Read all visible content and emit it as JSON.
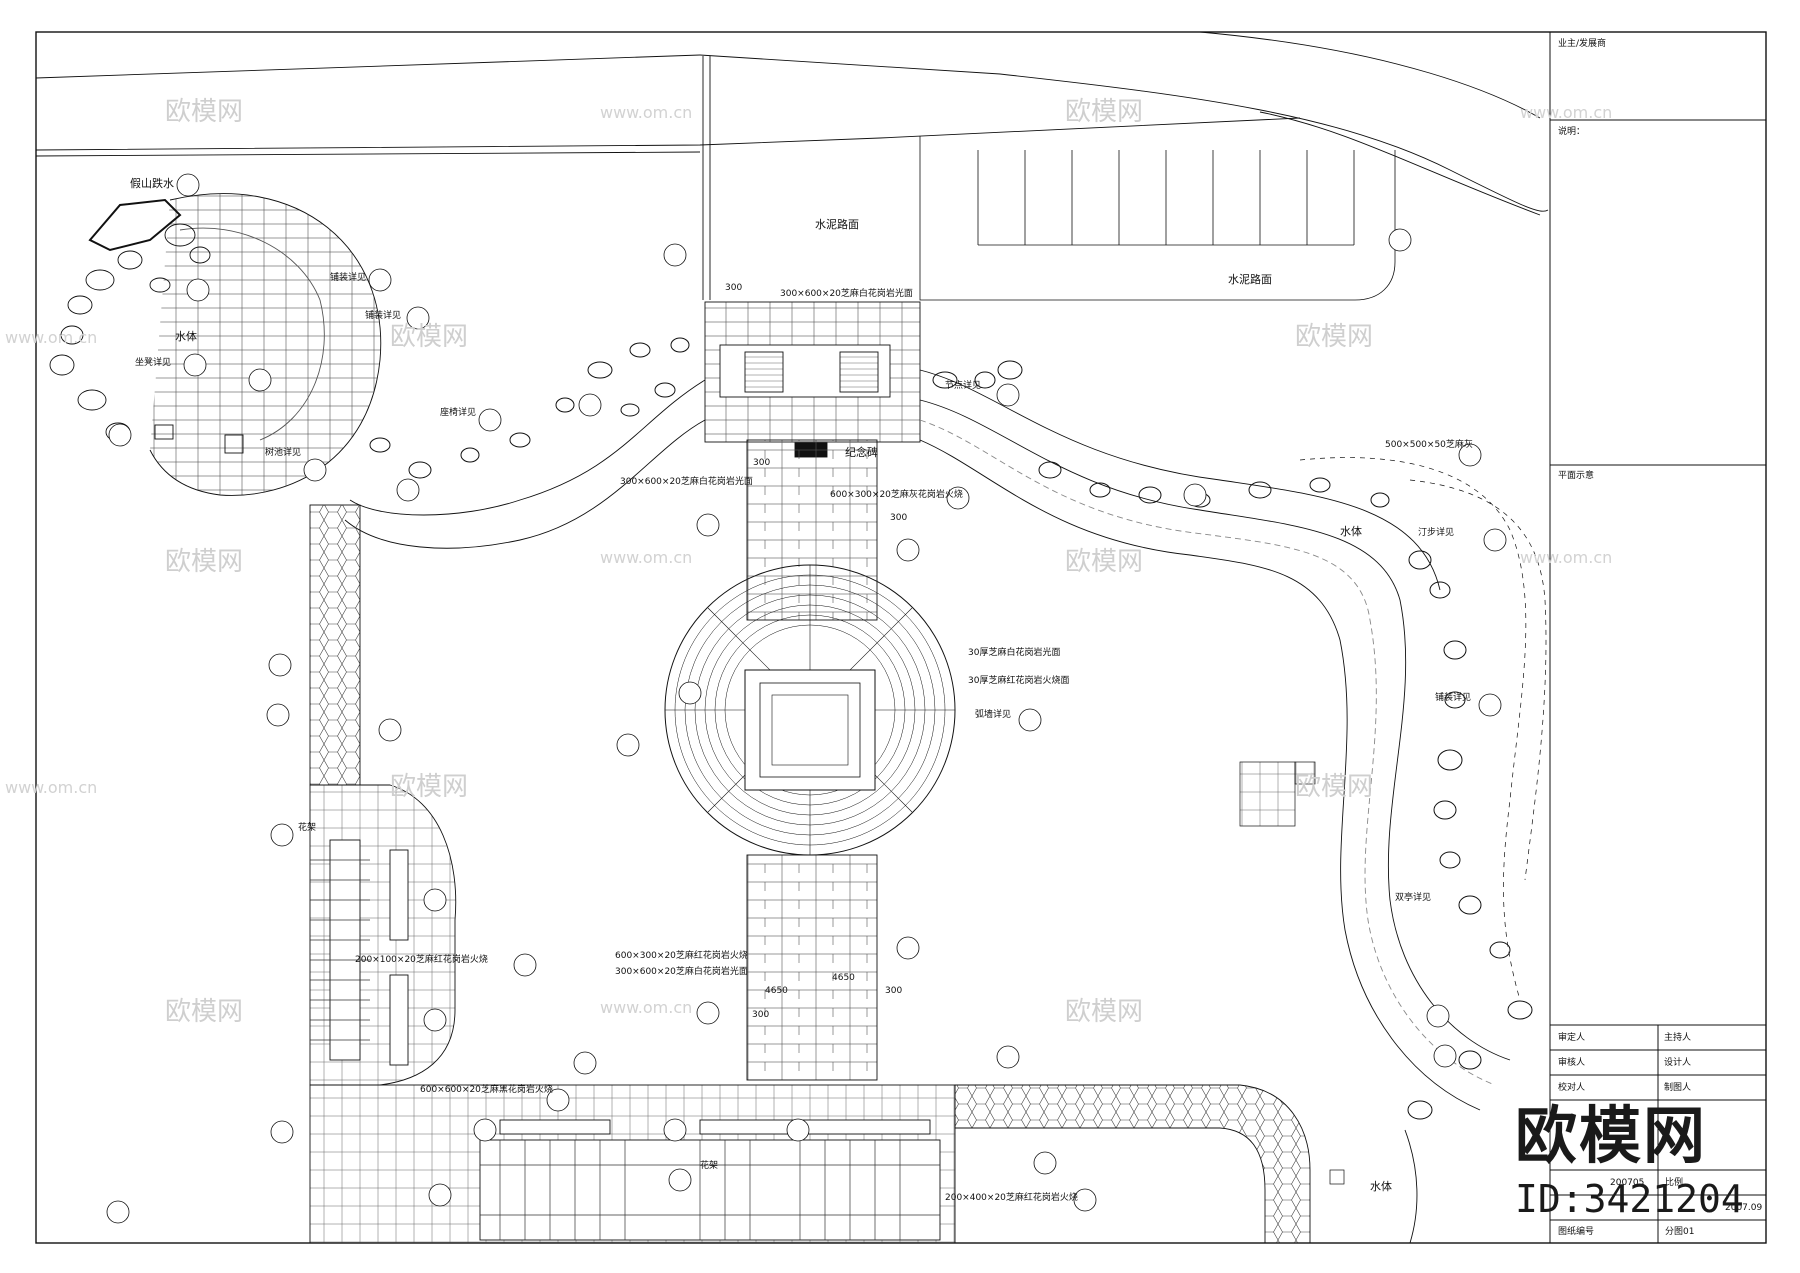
{
  "title_block": {
    "owner": "业主/发展商",
    "notes": "说明：",
    "plan_label": "平面示意",
    "rows": [
      {
        "left": "审定人",
        "right": "主持人"
      },
      {
        "left": "审核人",
        "right": "设计人"
      },
      {
        "left": "校对人",
        "right": "制图人"
      }
    ],
    "drawing_name": "分图01",
    "sheet_label": "图纸编号",
    "project_no": "200705",
    "scale": "比例",
    "date": "2007.09"
  },
  "labels": {
    "rockery_water": "假山跌水",
    "water_1": "水体",
    "water_2": "水体",
    "water_3": "水体",
    "cement_road_1": "水泥路面",
    "cement_road_2": "水泥路面",
    "memorial_stone": "纪念碑",
    "paving_1": "300×600×20芝麻白花岗岩光面",
    "paving_2": "300×600×20芝麻白花岗岩光面",
    "paving_3": "600×300×20芝麻灰花岗岩火烧",
    "paving_4": "30厚芝麻白花岗岩光面",
    "paving_5": "30厚芝麻红花岗岩火烧面",
    "paving_6": "600×300×20芝麻红花岗岩火烧",
    "paving_7": "300×600×20芝麻白花岗岩光面",
    "paving_8": "200×100×20芝麻红花岗岩火烧",
    "paving_9": "600×600×20芝麻黑花岗岩火烧",
    "paving_10": "200×400×20芝麻红花岗岩火烧",
    "paving_11": "500×500×50芝麻灰",
    "detail_1": "铺装详见",
    "detail_2": "铺装详见",
    "detail_3": "节点详见",
    "detail_4": "座椅详见",
    "detail_5": "弧墙详见",
    "detail_6": "铺装详见",
    "detail_7": "树池详见",
    "detail_8": "汀步详见",
    "detail_9": "坐凳详见",
    "detail_10": "双亭详见",
    "dim_300_a": "300",
    "dim_300_b": "300",
    "dim_300_c": "300",
    "dim_300_d": "300",
    "dim_300_e": "300",
    "dim_4650_a": "4650",
    "dim_4650_b": "4650",
    "pergola_1": "花架",
    "pergola_2": "花架"
  },
  "watermarks": {
    "cn": "欧模网",
    "url": "www.om.cn"
  },
  "logo": {
    "text": "欧模网",
    "id": "ID:3421204"
  },
  "colors": {
    "line": "#111111",
    "paving": "#555555",
    "watermark": "#cfcfcf"
  }
}
